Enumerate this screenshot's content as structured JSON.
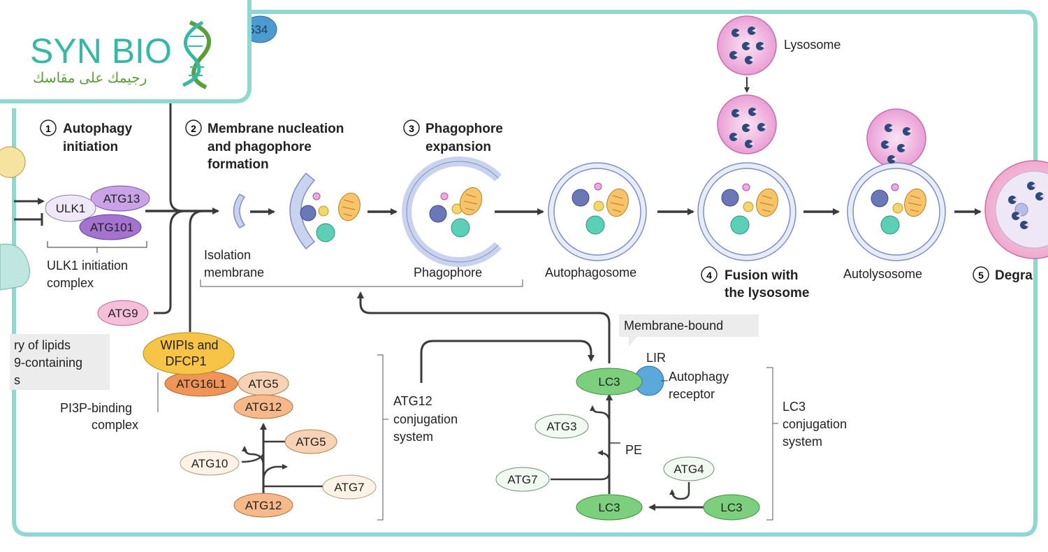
{
  "logo": {
    "text": "SYN BIO",
    "subtitle": "رجيمك على مقاسك",
    "colors": {
      "teal": "#37b7a6",
      "green": "#5a9e3a"
    }
  },
  "partial_label": "534",
  "steps": {
    "s1": {
      "number": "1",
      "line1": "Autophagy",
      "line2": "initiation"
    },
    "s2": {
      "number": "2",
      "line1": "Membrane nucleation",
      "line2": "and phagophore",
      "line3": "formation"
    },
    "s3": {
      "number": "3",
      "line1": "Phagophore",
      "line2": "expansion"
    },
    "s4": {
      "number": "4",
      "line1": "Fusion with",
      "line2": "the lysosome"
    },
    "s5": {
      "number": "5",
      "line1": "Degra"
    }
  },
  "stage_labels": {
    "isolation1": "Isolation",
    "isolation2": "membrane",
    "phagophore": "Phagophore",
    "autophagosome": "Autophagosome",
    "autolysosome": "Autolysosome",
    "lysosome": "Lysosome"
  },
  "ulk": {
    "ulk1": "ULK1",
    "atg13": "ATG13",
    "atg101": "ATG101",
    "caption1": "ULK1 initiation",
    "caption2": "complex"
  },
  "atg9": "ATG9",
  "lipids_note": {
    "line1": "ry of lipids",
    "line2": "9-containing",
    "line3": "s"
  },
  "pi3p": {
    "wipi1": "WIPIs and",
    "wipi2": "DFCP1",
    "atg16l1": "ATG16L1",
    "atg5": "ATG5",
    "atg12": "ATG12",
    "caption1": "PI3P-binding",
    "caption2": "complex"
  },
  "atg12_system": {
    "atg5": "ATG5",
    "atg10": "ATG10",
    "atg7": "ATG7",
    "atg12": "ATG12",
    "caption1": "ATG12",
    "caption2": "conjugation",
    "caption3": "system"
  },
  "lc3_system": {
    "membrane_bound": "Membrane-bound",
    "lc3_top": "LC3",
    "lir": "LIR",
    "receptor1": "Autophagy",
    "receptor2": "receptor",
    "atg3": "ATG3",
    "pe": "PE",
    "atg7": "ATG7",
    "atg4": "ATG4",
    "lc3_bottom": "LC3",
    "lc3_right": "LC3",
    "caption1": "LC3",
    "caption2": "conjugation",
    "caption3": "system"
  },
  "colors": {
    "frame": "#8fd8cf",
    "membrane_fill": "#c9d3ee",
    "membrane_stroke": "#7f8fc4",
    "lysosome": "#f3bce3",
    "ulk_purple": "#b98ad8",
    "atg_pink": "#f5bfd9",
    "orange": "#f2a060",
    "peach": "#f7d2b4",
    "lc3_green": "#7ccf7c",
    "receptor_blue": "#5aa8dc"
  }
}
